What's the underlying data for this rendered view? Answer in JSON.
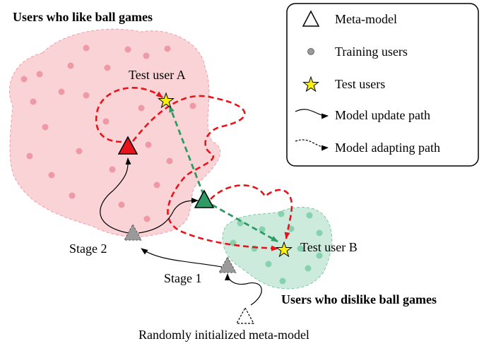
{
  "regions": {
    "like_title": "Users who like ball games",
    "dislike_title": "Users who dislike ball games"
  },
  "labels": {
    "test_user_a": "Test user A",
    "test_user_b": "Test user B",
    "stage_1": "Stage 1",
    "stage_2": "Stage 2",
    "random_init": "Randomly initialized meta-model"
  },
  "legend": {
    "items": [
      {
        "icon": "triangle-icon",
        "label": "Meta-model"
      },
      {
        "icon": "dot-icon",
        "label": "Training users"
      },
      {
        "icon": "star-icon",
        "label": "Test users"
      },
      {
        "icon": "solid-arrow-icon",
        "label": "Model update path"
      },
      {
        "icon": "dashed-arrow-icon",
        "label": "Model adapting path"
      }
    ]
  },
  "colors": {
    "like_region": "#f9d3d6",
    "dislike_region": "#cdebdc",
    "like_dot": "#ee9aa6",
    "dislike_dot": "#86d1ae",
    "red_meta": "#e8141b",
    "green_meta": "#2e9a66",
    "gray_meta": "#9a9a9a",
    "red_path": "#e8141b",
    "green_path": "#2e9a66",
    "star": "#f7f00c"
  }
}
